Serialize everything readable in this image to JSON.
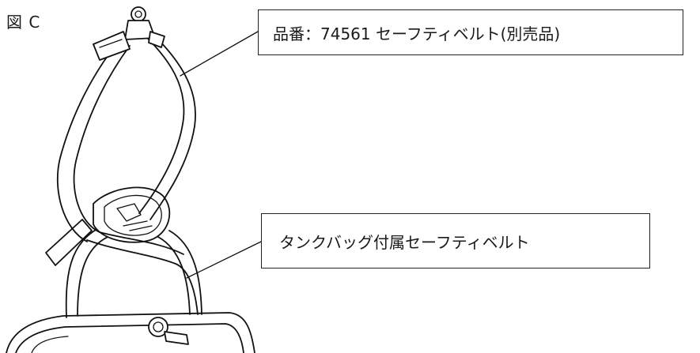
{
  "figure": {
    "label": "図 C"
  },
  "callouts": {
    "top": {
      "text": "品番：74561 セーフティベルト(別売品)"
    },
    "bottom": {
      "text": "タンクバッグ付属セーフティベルト"
    }
  },
  "colors": {
    "line": "#111111",
    "background": "#ffffff"
  }
}
